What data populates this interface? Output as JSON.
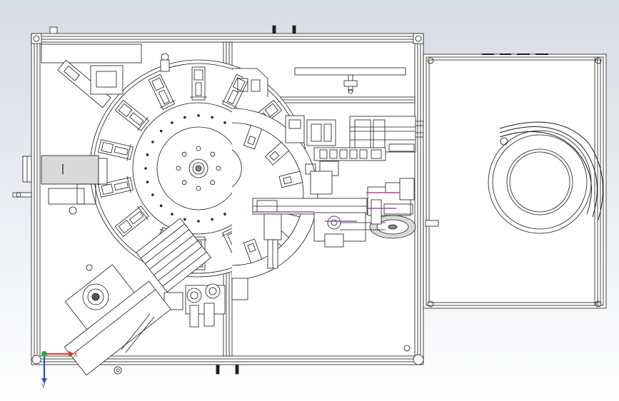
{
  "cad_view": {
    "background": {
      "top": "#d7dbe5",
      "bottom": "#ffffff"
    },
    "line_color": "#1a1a1a",
    "accent_colors": {
      "purple": "#9b4fb0",
      "magenta": "#c03aa8",
      "gray_fill": "#d9d9d9"
    },
    "triad": {
      "x_label": "X",
      "y_label": "Y",
      "x_color": "#e23a2e",
      "y_color": "#2950c8",
      "origin_color": "#2ea84a"
    },
    "assemblies": [
      "main-frame",
      "rotary-indexing-table",
      "secondary-rotary-table",
      "vibratory-bowl-feeder",
      "linear-feed-track",
      "servo-motor-unit",
      "pneumatic-cylinders"
    ]
  }
}
